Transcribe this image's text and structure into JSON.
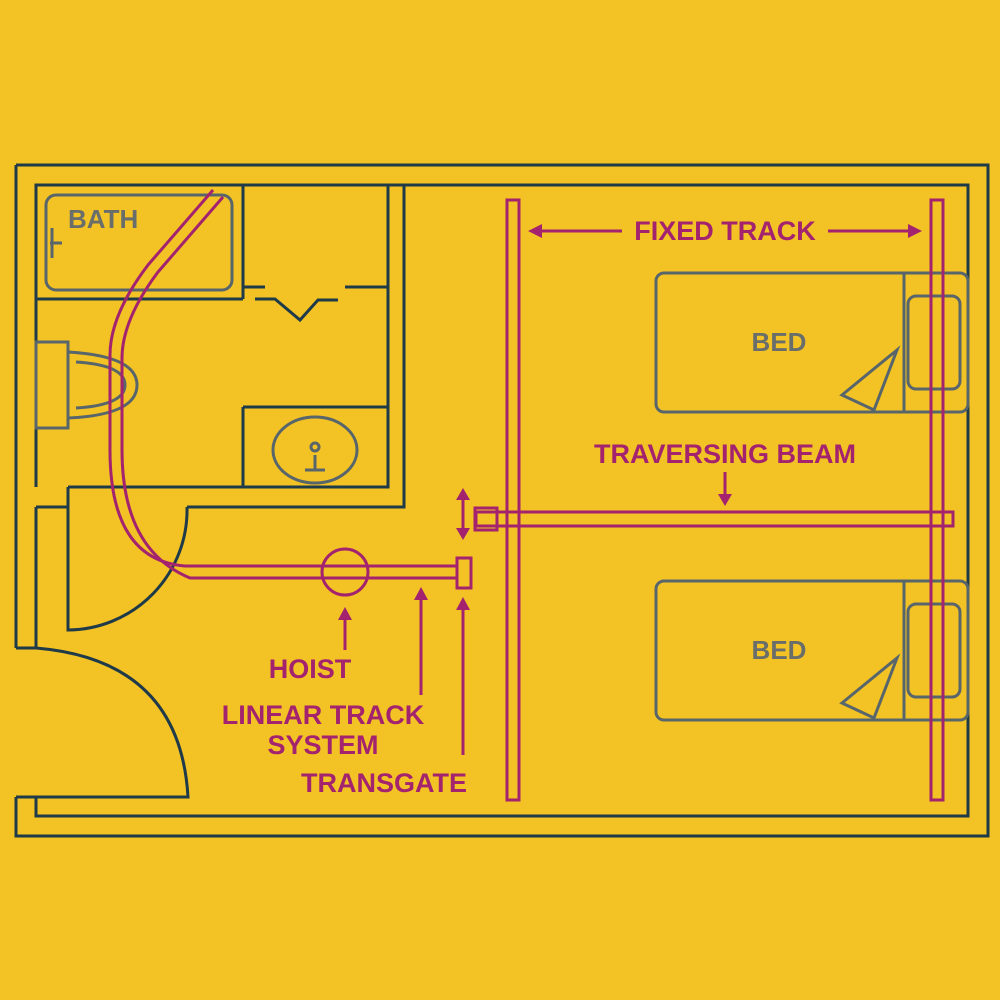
{
  "rooms": {
    "bath": "BATH",
    "bed_top": "BED",
    "bed_bottom": "BED"
  },
  "labels": {
    "fixed_track": "FIXED TRACK",
    "traversing_beam": "TRAVERSING BEAM",
    "hoist": "HOIST",
    "linear_track_line1": "LINEAR TRACK",
    "linear_track_line2": "SYSTEM",
    "transgate": "TRANSGATE"
  },
  "colors": {
    "background": "#F3C224",
    "walls": "#1F3A48",
    "fixtures": "#58666B",
    "track": "#A3236E"
  }
}
